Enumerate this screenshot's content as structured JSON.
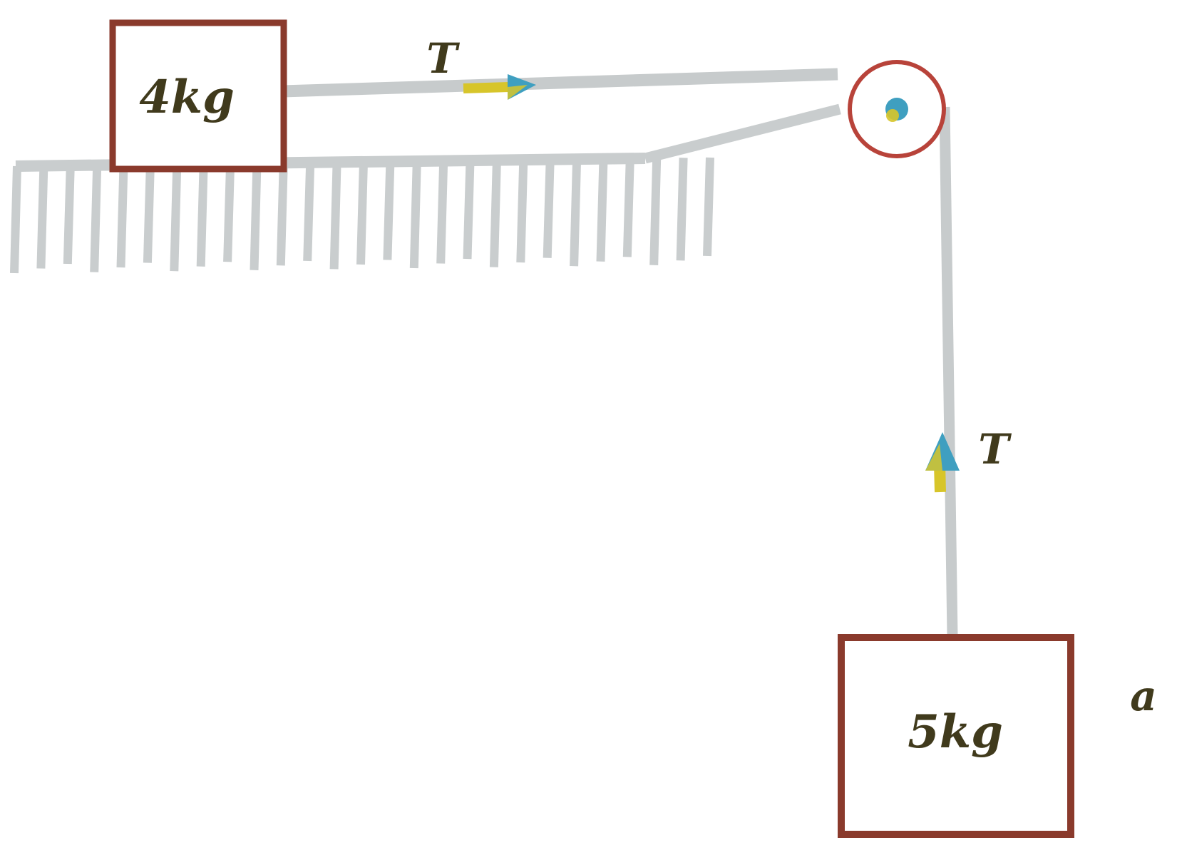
{
  "diagram": {
    "blocks": [
      {
        "id": "table-block",
        "label": "4kg"
      },
      {
        "id": "hanging-block",
        "label": "5kg"
      }
    ],
    "forces": {
      "horizontal_tension": "T",
      "vertical_tension": "T"
    },
    "acceleration_label": "a",
    "colors": {
      "block_border": "#8a3a2c",
      "string": "#c7cbcc",
      "hatch": "#c9cdce",
      "pulley_rim": "#b8433a",
      "arrow_head": "#3f9fc0",
      "arrow_tail": "#d7c52a",
      "label_text": "#403a1c"
    }
  }
}
